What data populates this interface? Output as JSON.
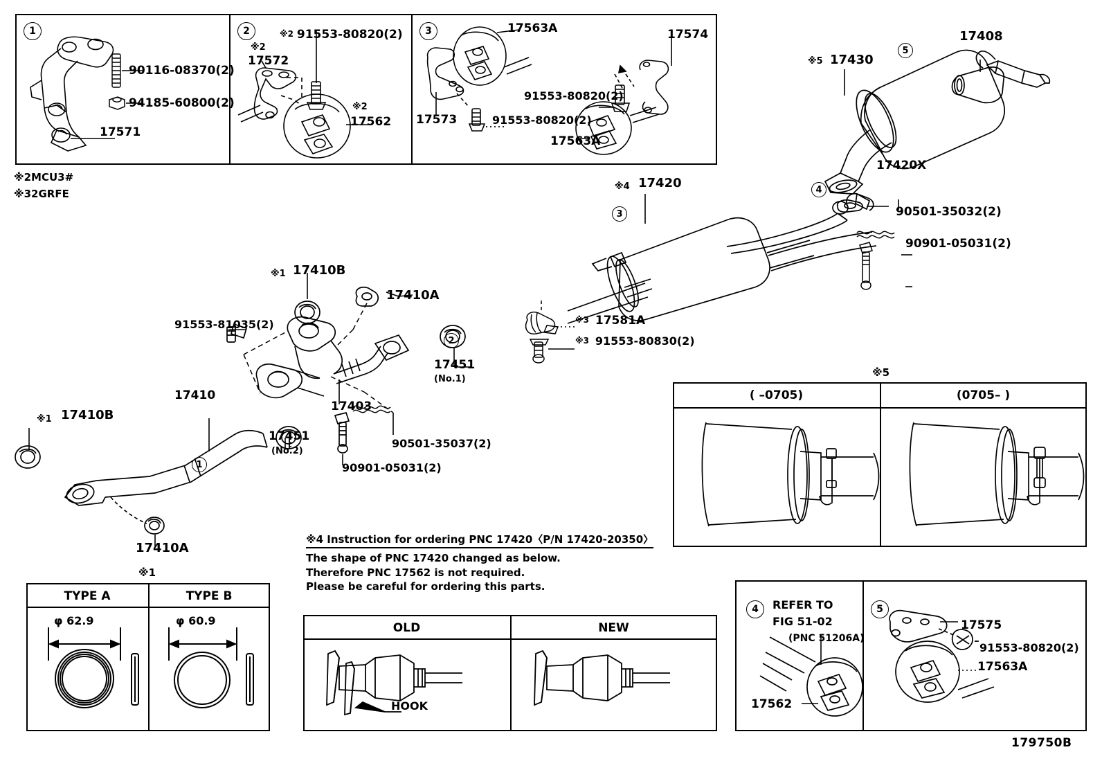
{
  "figure": {
    "code": "179750B"
  },
  "notes": [
    {
      "mark": "※2",
      "text": "MCU3#"
    },
    {
      "mark": "※3",
      "text": "2GRFE"
    }
  ],
  "panels": {
    "p1": {
      "number": "1",
      "labels": [
        {
          "text": "90116-08370(2)"
        },
        {
          "text": "94185-60800(2)"
        },
        {
          "text": "17571"
        }
      ]
    },
    "p2": {
      "number": "2",
      "labels": [
        {
          "mark": "※2",
          "text": "91553-80820(2)"
        },
        {
          "mark": "※2",
          "text": "17572"
        },
        {
          "mark": "※2",
          "text": "17562"
        }
      ]
    },
    "p3": {
      "number": "3",
      "labels": [
        {
          "text": "17563A"
        },
        {
          "text": "17574"
        },
        {
          "text": "17573"
        },
        {
          "text": "91553-80820(2)"
        },
        {
          "text": "91553-80820(2)"
        },
        {
          "text": "17563A"
        }
      ]
    },
    "p4": {
      "number": "4",
      "refer_line1": "REFER TO",
      "refer_line2": "FIG 51-02",
      "refer_line3": "(PNC 51206A)",
      "part": "17562"
    },
    "p5": {
      "number": "5",
      "labels": [
        {
          "text": "17575"
        },
        {
          "text": "91553-80820(2)"
        },
        {
          "text": "17563A"
        }
      ]
    }
  },
  "main_callouts": [
    {
      "id": "muffler-rear",
      "mark": "※5",
      "text": "17430"
    },
    {
      "id": "tail-pipe-tip",
      "mark": "",
      "text": "17408"
    },
    {
      "id": "gasket-x",
      "mark": "",
      "text": "17420X"
    },
    {
      "id": "spring",
      "mark": "",
      "text": "90501-35032(2)"
    },
    {
      "id": "bolt-a",
      "mark": "",
      "text": "90901-05031(2)"
    },
    {
      "id": "muffler-ctr",
      "mark": "※4",
      "text": "17420"
    },
    {
      "id": "clamp",
      "mark": "※3",
      "text": "17581A"
    },
    {
      "id": "clamp-bolt",
      "mark": "※3",
      "text": "91553-80830(2)"
    },
    {
      "id": "gasket-b-top",
      "mark": "※1",
      "text": "17410B"
    },
    {
      "id": "gasket-a-top",
      "mark": "",
      "text": "17410A"
    },
    {
      "id": "bolt-81035",
      "mark": "",
      "text": "91553-81035(2)"
    },
    {
      "id": "gasket-no1",
      "mark": "",
      "text": "17451",
      "sub": "(No.1)"
    },
    {
      "id": "gasket-no2",
      "mark": "",
      "text": "17451",
      "sub": "(No.2)"
    },
    {
      "id": "front-pipe",
      "mark": "",
      "text": "17410"
    },
    {
      "id": "cat-conv",
      "mark": "",
      "text": "17403"
    },
    {
      "id": "spring-35037",
      "mark": "",
      "text": "90501-35037(2)"
    },
    {
      "id": "bolt-b",
      "mark": "",
      "text": "90901-05031(2)"
    },
    {
      "id": "gasket-b-low",
      "mark": "※1",
      "text": "17410B"
    },
    {
      "id": "gasket-a-low",
      "mark": "",
      "text": "17410A"
    }
  ],
  "type_table": {
    "mark": "※1",
    "columns": [
      {
        "header": "TYPE A",
        "dim": "φ 62.9"
      },
      {
        "header": "TYPE B",
        "dim": "φ 60.9"
      }
    ]
  },
  "instruction": {
    "heading": "※4 Instruction for ordering PNC 17420〈P/N 17420-20350〉",
    "lines": [
      "The shape of PNC 17420 changed as below.",
      "Therefore PNC 17562 is not required.",
      "Please be careful for ordering this parts."
    ]
  },
  "oldnew_table": {
    "columns": [
      {
        "header": "OLD"
      },
      {
        "header": "NEW"
      }
    ],
    "hook_label": "HOOK"
  },
  "date_table": {
    "mark": "※5",
    "columns": [
      {
        "header": "(      –0705)"
      },
      {
        "header": "(0705–      )"
      }
    ]
  }
}
